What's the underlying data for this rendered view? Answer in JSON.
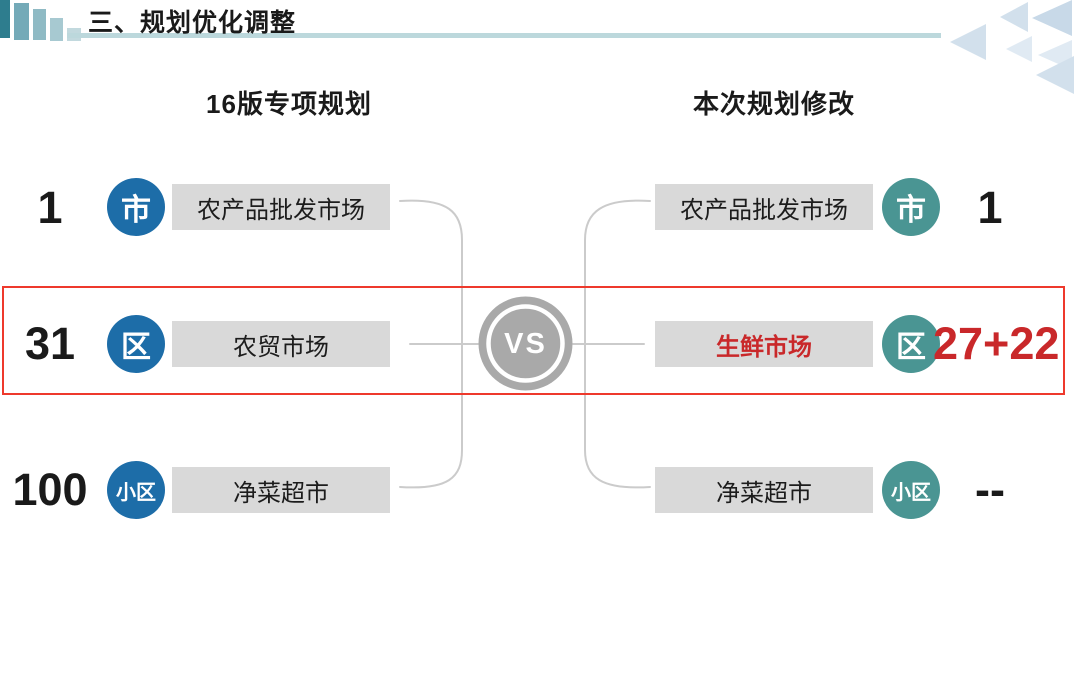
{
  "title": "三、规划优化调整",
  "columns": {
    "left": "16版专项规划",
    "right": "本次规划修改"
  },
  "vs_label": "VS",
  "left_rows": [
    {
      "count": "1",
      "level": "市",
      "label": "农产品批发市场"
    },
    {
      "count": "31",
      "level": "区",
      "label": "农贸市场"
    },
    {
      "count": "100",
      "level": "小区",
      "label": "净菜超市"
    }
  ],
  "right_rows": [
    {
      "count": "1",
      "level": "市",
      "label": "农产品批发市场",
      "highlight": false
    },
    {
      "count": "27+22",
      "level": "区",
      "label": "生鲜市场",
      "highlight": true
    },
    {
      "count": "--",
      "level": "小区",
      "label": "净菜超市",
      "highlight": false
    }
  ],
  "colors": {
    "text_dark": "#1a1a1a",
    "accent_teal_dark": "#2e7d8e",
    "bar2": "#74aab8",
    "bar3": "#8fbac4",
    "bar4": "#a7c9d1",
    "bar5": "#c2d9de",
    "rule": "#bcd8dc",
    "circle_blue": "#1d6da8",
    "circle_teal": "#4a9593",
    "box_gray": "#d9d9d9",
    "vs_gray": "#a9a9a9",
    "connector": "#cbcbcb",
    "red_text": "#c9282a",
    "red_border": "#ee392c",
    "tri_light": "#e0eaf3",
    "tri_mid": "#d2e0ec",
    "tri_deep": "#c8d9e8"
  }
}
